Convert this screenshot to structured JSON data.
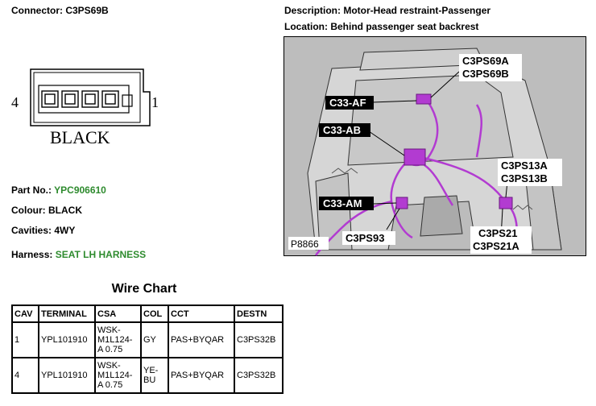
{
  "header": {
    "connector": "Connector: C3PS69B",
    "description": "Description: Motor-Head restraint-Passenger",
    "location": "Location: Behind passenger seat backrest"
  },
  "connector_view": {
    "pin_left": "4",
    "pin_right": "1",
    "color_label": "BLACK"
  },
  "meta": {
    "part_no_label": "Part No.:",
    "part_no_value": "YPC906610",
    "colour": "Colour: BLACK",
    "cavities": "Cavities: 4WY",
    "harness_label": "Harness:",
    "harness_value": "SEAT LH HARNESS"
  },
  "wire_chart": {
    "title": "Wire Chart",
    "headers": [
      "CAV",
      "TERMINAL",
      "CSA",
      "COL",
      "CCT",
      "DESTN"
    ],
    "rows": [
      {
        "cav": "1",
        "terminal": "YPL101910",
        "csa": [
          "WSK-",
          "M1L124-",
          "A 0.75"
        ],
        "col": [
          "GY"
        ],
        "cct": "PAS+BYQAR",
        "destn": "C3PS32B"
      },
      {
        "cav": "4",
        "terminal": "YPL101910",
        "csa": [
          "WSK-",
          "M1L124-",
          "A 0.75"
        ],
        "col": [
          "YE-",
          "BU"
        ],
        "cct": "PAS+BYQAR",
        "destn": "C3PS32B"
      }
    ]
  },
  "diagram": {
    "callouts": {
      "c3ps69a": "C3PS69A",
      "c3ps69b": "C3PS69B",
      "c33af": "C33-AF",
      "c33ab": "C33-AB",
      "c3ps13a": "C3PS13A",
      "c3ps13b": "C3PS13B",
      "c33am": "C33-AM",
      "c3ps93": "C3PS93",
      "c3ps21": "C3PS21",
      "c3ps21a": "C3PS21A"
    },
    "figure_id": "P8866",
    "colors": {
      "harness": "#b23bd1",
      "callout_bg": "#000000",
      "frame_bg": "#bdbdbd"
    }
  }
}
